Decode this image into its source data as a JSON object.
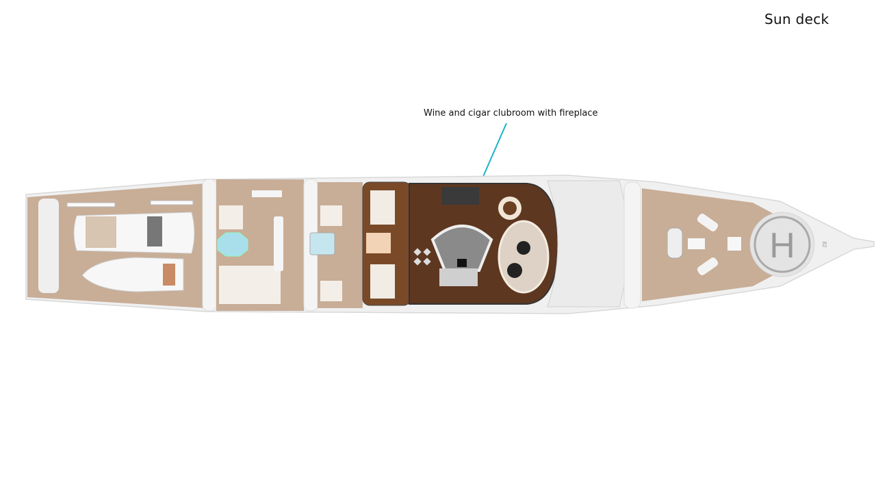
{
  "title": "Sun deck",
  "annotation": {
    "text": "Wine and cigar clubroom with fireplace",
    "pointer_color": "#1bb3c8"
  },
  "plan_labels": {
    "helipad_letter": "H",
    "helipad_number": "82"
  },
  "colors": {
    "teak": "#c8ad97",
    "clubroom_wood": "#5e3720",
    "hull": "#f0f0f0",
    "jacuzzi": "#a8dfea",
    "helipad": "#e4e4e4"
  }
}
